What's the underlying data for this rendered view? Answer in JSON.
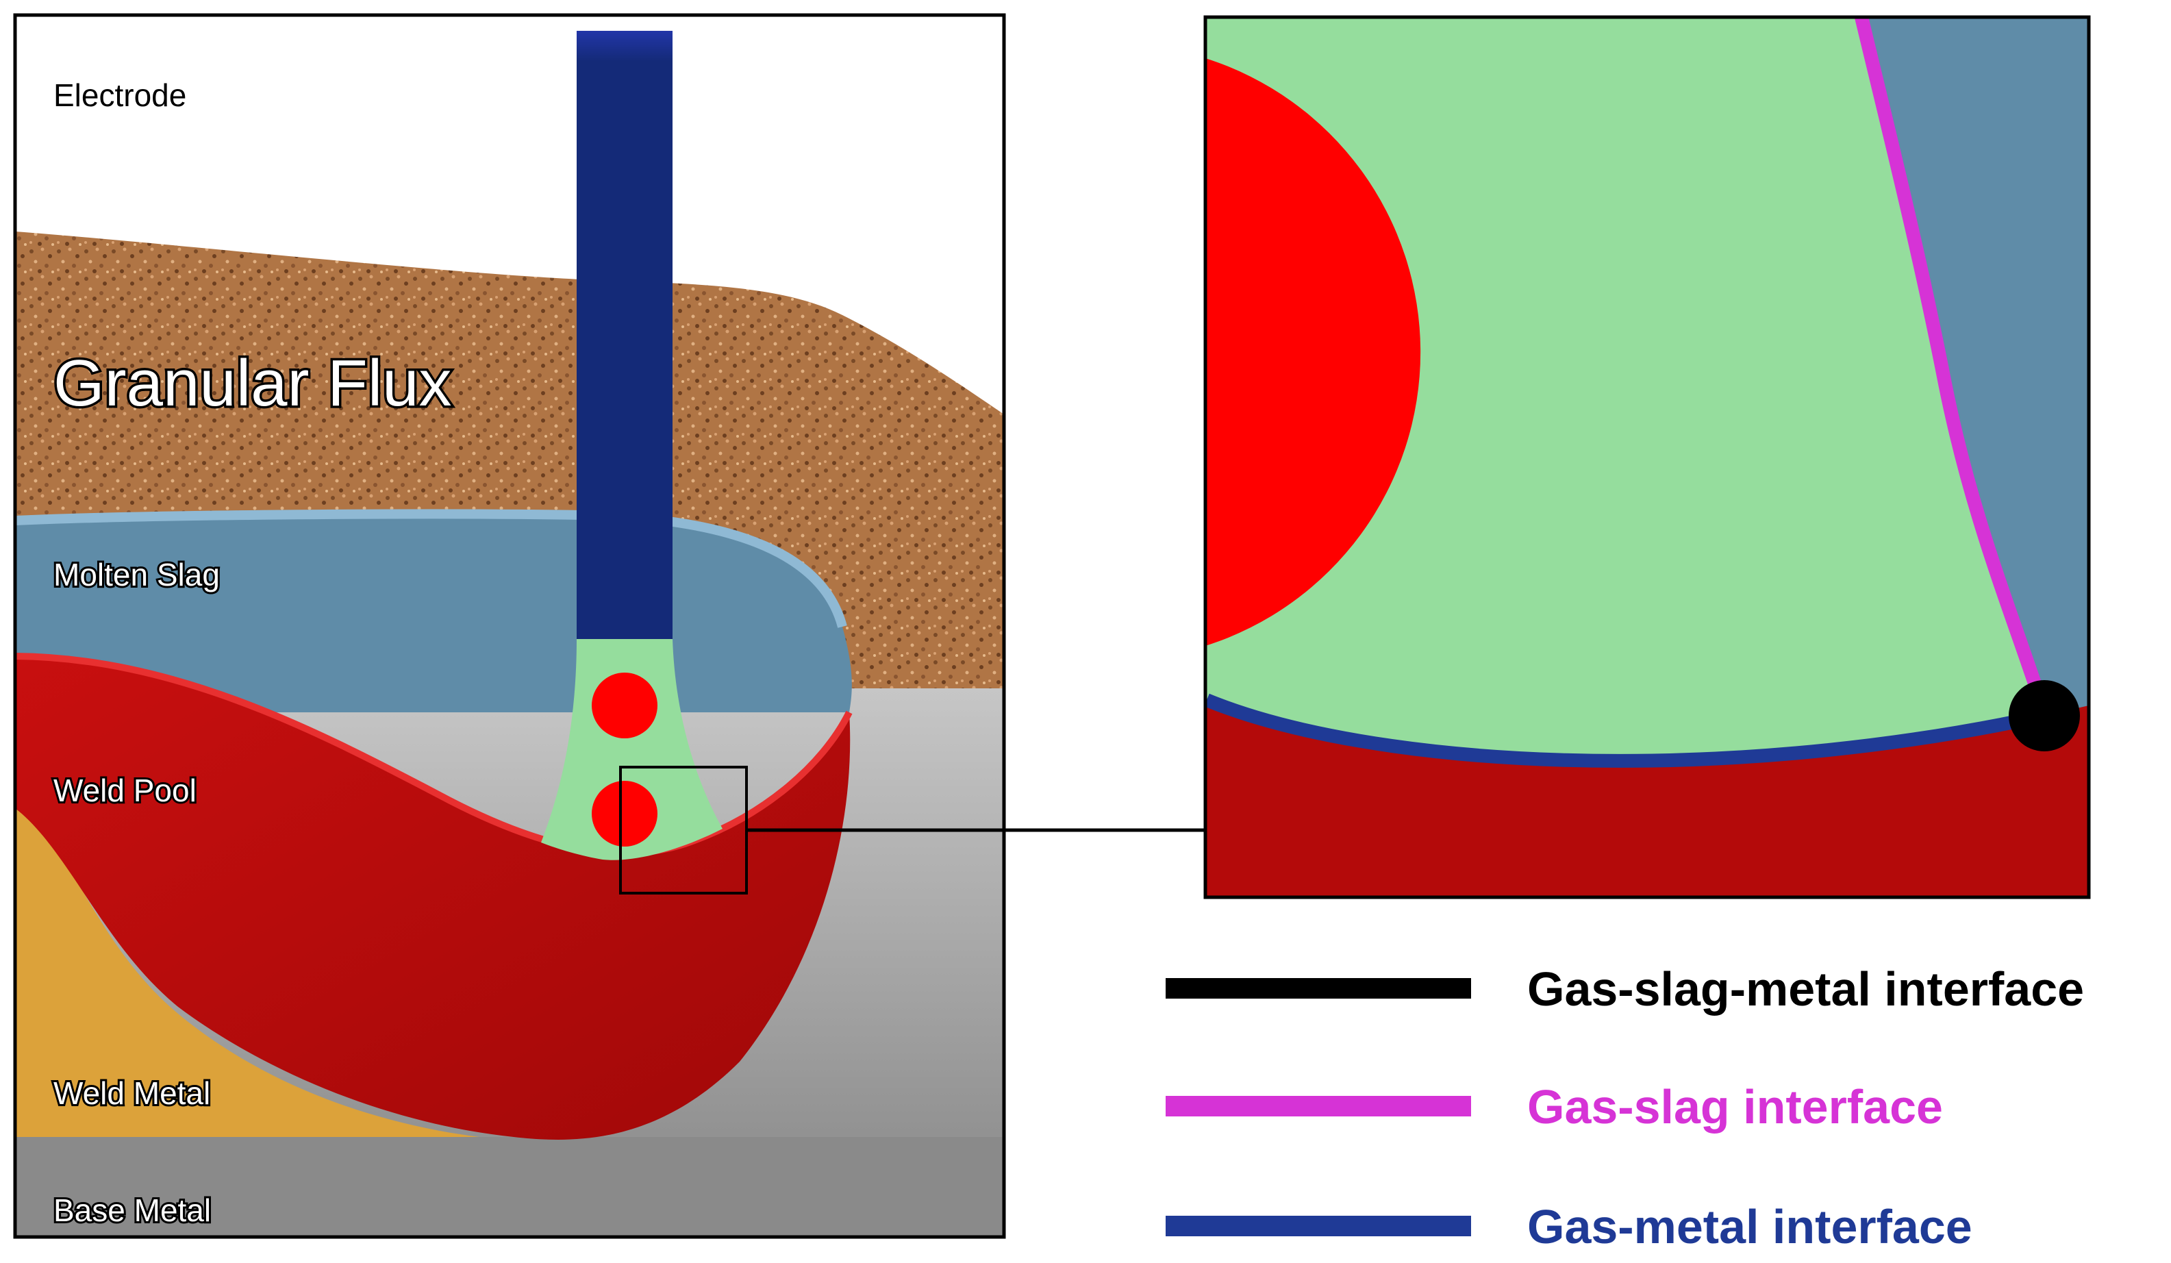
{
  "labels": {
    "electrode": "Electrode",
    "granular_flux": "Granular Flux",
    "molten_slag": "Molten Slag",
    "weld_pool": "Weld Pool",
    "weld_metal": "Weld Metal",
    "base_metal": "Base Metal"
  },
  "legend": [
    {
      "label": "Gas-slag-metal interface",
      "color": "#000000"
    },
    {
      "label": "Gas-slag interface",
      "color": "#d633d6"
    },
    {
      "label": "Gas-metal interface",
      "color": "#1f3a96"
    }
  ],
  "colors": {
    "electrode": "#142a78",
    "flux": "#b07545",
    "slag": "#5f8ca8",
    "weld_pool": "#c8100f",
    "weld_metal": "#dca23a",
    "base_metal": "#9a9a9a",
    "gas": "#95dd9d",
    "droplet": "#ff0000",
    "zoom_pool": "#b40a0a"
  }
}
